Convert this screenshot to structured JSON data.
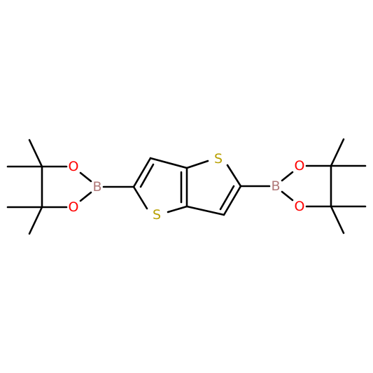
{
  "atom_labels": {
    "s_top": "S",
    "s_bottom": "S",
    "b_left": "B",
    "b_right": "B",
    "o_left_top": "O",
    "o_left_bottom": "O",
    "o_right_top": "O",
    "o_right_bottom": "O"
  },
  "colors": {
    "bond": "#000000",
    "sulfur": "#b8a000",
    "boron": "#b07878",
    "oxygen": "#ff0000",
    "background": "#ffffff"
  }
}
